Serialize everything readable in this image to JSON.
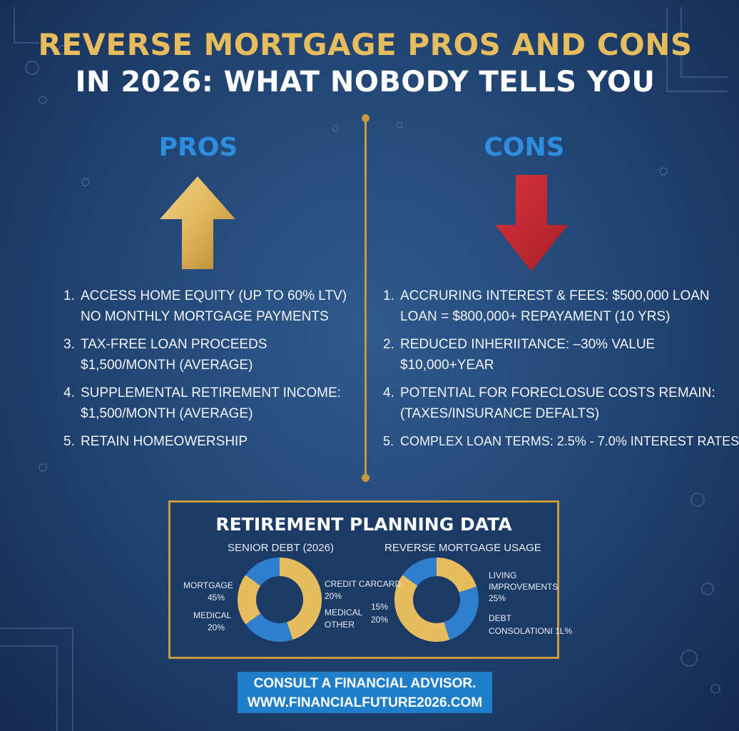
{
  "header": {
    "title_line1": "REVERSE MORTGAGE PROS AND CONS",
    "title_line2": "IN 2026: WHAT NOBODY TELLS YOU"
  },
  "pros": {
    "heading": "PROS",
    "icon": "arrow-up-icon",
    "items": [
      {
        "number": "1.",
        "line1": "ACCESS HOME EQUITY (UP TO 60% LTV)",
        "line2": "NO MONTHLY MORTGAGE PAYMENTS"
      },
      {
        "number": "3.",
        "line1": "TAX-FREE LOAN PROCEEDS",
        "line2": "$1,500/MONTH (AVERAGE)"
      },
      {
        "number": "4.",
        "line1": "SUPPLEMENTAL RETIREMENT INCOME:",
        "line2": "$1,500/MONTH (AVERAGE)"
      },
      {
        "number": "5.",
        "line1": "RETAIN HOMEOWERSHIP",
        "line2": ""
      }
    ]
  },
  "cons": {
    "heading": "CONS",
    "icon": "arrow-down-icon",
    "items": [
      {
        "number": "1.",
        "line1": "ACCRURING INTEREST & FEES: $500,000 LOAN",
        "line2": "LOAN = $800,000+ REPAYAMENT (10 YRS)"
      },
      {
        "number": "2.",
        "line1": "REDUCED INHERIITANCE:  –30% VALUE",
        "line2": "$10,000+YEAR"
      },
      {
        "number": "4.",
        "line1": "POTENTIAL FOR FORECLOSUE COSTS REMAIN:",
        "line2": "(TAXES/INSURANCE DEFALTS)"
      },
      {
        "number": "5.",
        "line1": "COMPLEX LOAN TERMS: 2.5% - 7.0% INTEREST RATES",
        "line2": ""
      }
    ]
  },
  "data_panel": {
    "title": "RETIREMENT PLANNING DATA",
    "left_subtitle": "SENIOR DEBT (2026)",
    "right_subtitle": "REVERSE MORTGAGE USAGE",
    "left_labels": {
      "mortgage": "MORTGAGE",
      "mortgage_pct": "45%",
      "medical": "MEDICAL",
      "medical_pct": "20%",
      "credit_card": "CREDIT CARCARD",
      "credit_card_pct": "20%",
      "medical_other_1": "MEDICAL",
      "medical_other_2": "OTHER"
    },
    "right_labels": {
      "left_pct_1": "15%",
      "left_pct_2": "20%",
      "living": "LIVING",
      "improvements": "IMPROVEMENTS",
      "improvements_pct": "25%",
      "debt": "DEBT",
      "consolidation": "CONSOLATIONI 1L%"
    },
    "colors": {
      "gold": "#e6bc5c",
      "blue": "#2f7fcf",
      "hole": "#1c3a66"
    }
  },
  "chart_data": [
    {
      "type": "pie",
      "title": "SENIOR DEBT (2026)",
      "categories": [
        "MORTGAGE",
        "CREDIT CARCARD",
        "MEDICAL",
        "MEDICAL OTHER"
      ],
      "values": [
        45,
        20,
        20,
        15
      ]
    },
    {
      "type": "pie",
      "title": "REVERSE MORTGAGE USAGE",
      "categories": [
        "LIVING",
        "IMPROVEMENTS",
        "DEBT CONSOLATIONI"
      ],
      "values": [
        20,
        25,
        40,
        15
      ]
    }
  ],
  "footer": {
    "line1": "CONSULT A FINANCIAL ADVISOR.",
    "line2": "WWW.FINANCIALFUTURE2026.COM"
  }
}
